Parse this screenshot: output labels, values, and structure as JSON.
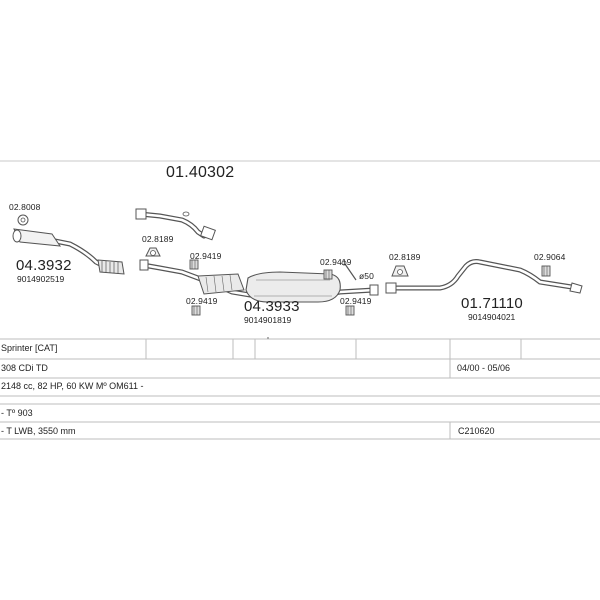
{
  "parts": {
    "p_014030": {
      "code": "01.40302"
    },
    "p_043932": {
      "code": "04.3932",
      "ref": "9014902519"
    },
    "p_043933": {
      "code": "04.3933",
      "ref": "9014901819"
    },
    "p_0171110": {
      "code": "01.71110",
      "ref": "9014904021"
    },
    "h_028008": {
      "code": "02.8008"
    },
    "h_028189a": {
      "code": "02.8189"
    },
    "h_029419a": {
      "code": "02.9419"
    },
    "h_029419b": {
      "code": "02.9419"
    },
    "h_029419c": {
      "code": "02.9419"
    },
    "h_029419d": {
      "code": "02.9419"
    },
    "h_028189b": {
      "code": "02.8189"
    },
    "h_029064": {
      "code": "02.9064"
    },
    "dia": {
      "label": "ø50"
    }
  },
  "table": {
    "rows": [
      {
        "model": "Sprinter  [CAT]",
        "date": ""
      },
      {
        "model": "308 CDi TD",
        "date": "04/00 - 05/06"
      },
      {
        "model": "2148 cc, 82 HP, 60 KW Mº OM611 -",
        "date": ""
      },
      {
        "model": "- Tº 903",
        "date": ""
      },
      {
        "model": "- T LWB, 3550 mm",
        "date": "C210620"
      }
    ]
  },
  "colors": {
    "line": "#bdbdbd",
    "pipe": "#555555",
    "text": "#222222"
  }
}
